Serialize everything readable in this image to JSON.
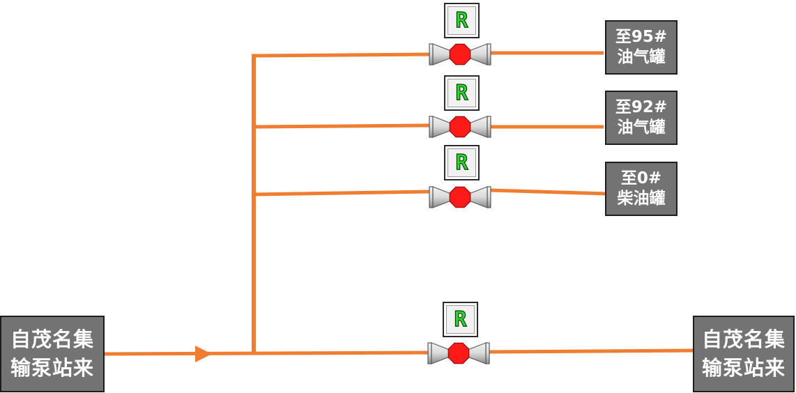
{
  "colors": {
    "pipe": "#ef7d32",
    "box_fill": "#737373",
    "box_text": "#ffffff",
    "valve_closed": "#ff1a1a",
    "valve_body": "#d9d9d9",
    "remote_text": "#2fd62f"
  },
  "source_station": {
    "line1": "自茂名集",
    "line2": "输泵站来"
  },
  "dest_station": {
    "line1": "自茂名集",
    "line2": "输泵站来"
  },
  "tanks": [
    {
      "line1": "至95#",
      "line2": "油气罐"
    },
    {
      "line1": "至92#",
      "line2": "油气罐"
    },
    {
      "line1": "至0#",
      "line2": "柴油罐"
    }
  ],
  "valves": [
    {
      "mode": "R",
      "state": "closed",
      "icon": "gate-valve-icon"
    },
    {
      "mode": "R",
      "state": "closed",
      "icon": "gate-valve-icon"
    },
    {
      "mode": "R",
      "state": "closed",
      "icon": "gate-valve-icon"
    },
    {
      "mode": "R",
      "state": "closed",
      "icon": "gate-valve-icon"
    }
  ]
}
